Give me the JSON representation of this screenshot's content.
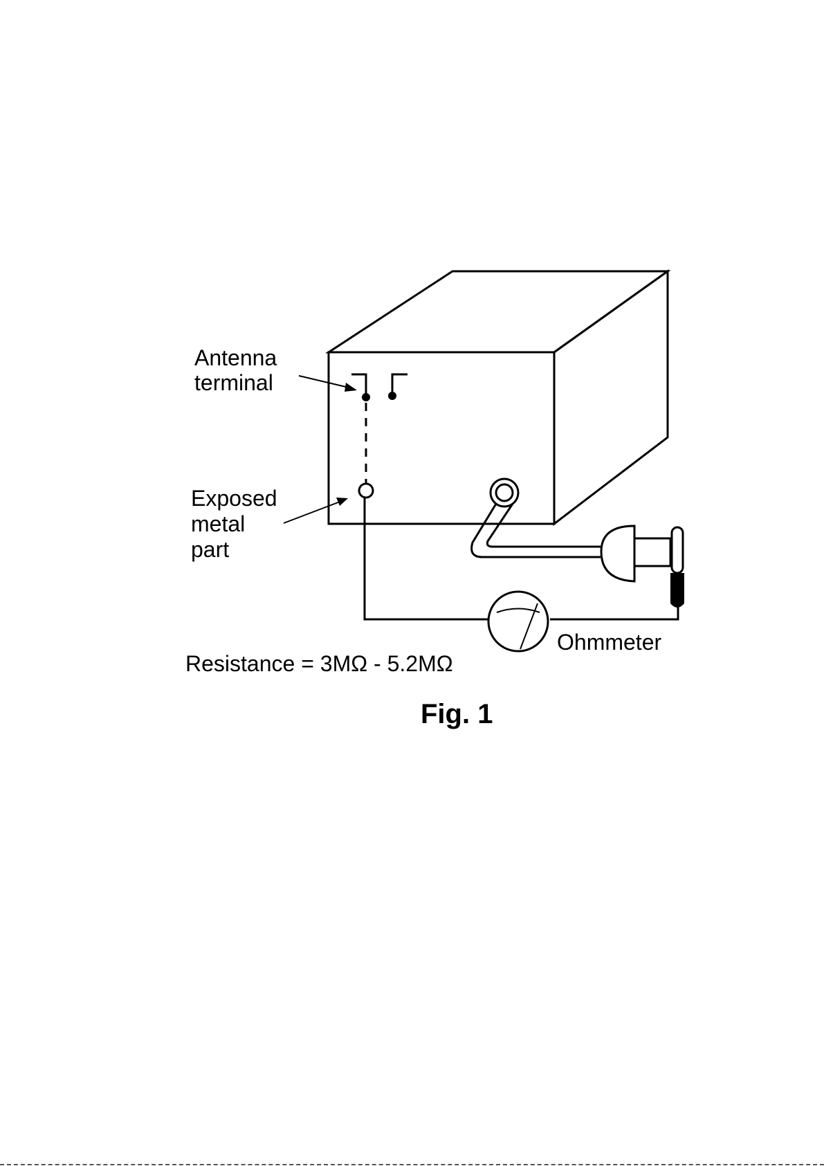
{
  "labels": {
    "antenna_line1": "Antenna",
    "antenna_line2": "terminal",
    "exposed_line1": "Exposed",
    "exposed_line2": "metal",
    "exposed_line3": "part",
    "ohmmeter": "Ohmmeter",
    "resistance": "Resistance = 3MΩ - 5.2MΩ"
  },
  "caption": "Fig. 1",
  "colors": {
    "ink": "#000000",
    "background": "#ffffff"
  }
}
